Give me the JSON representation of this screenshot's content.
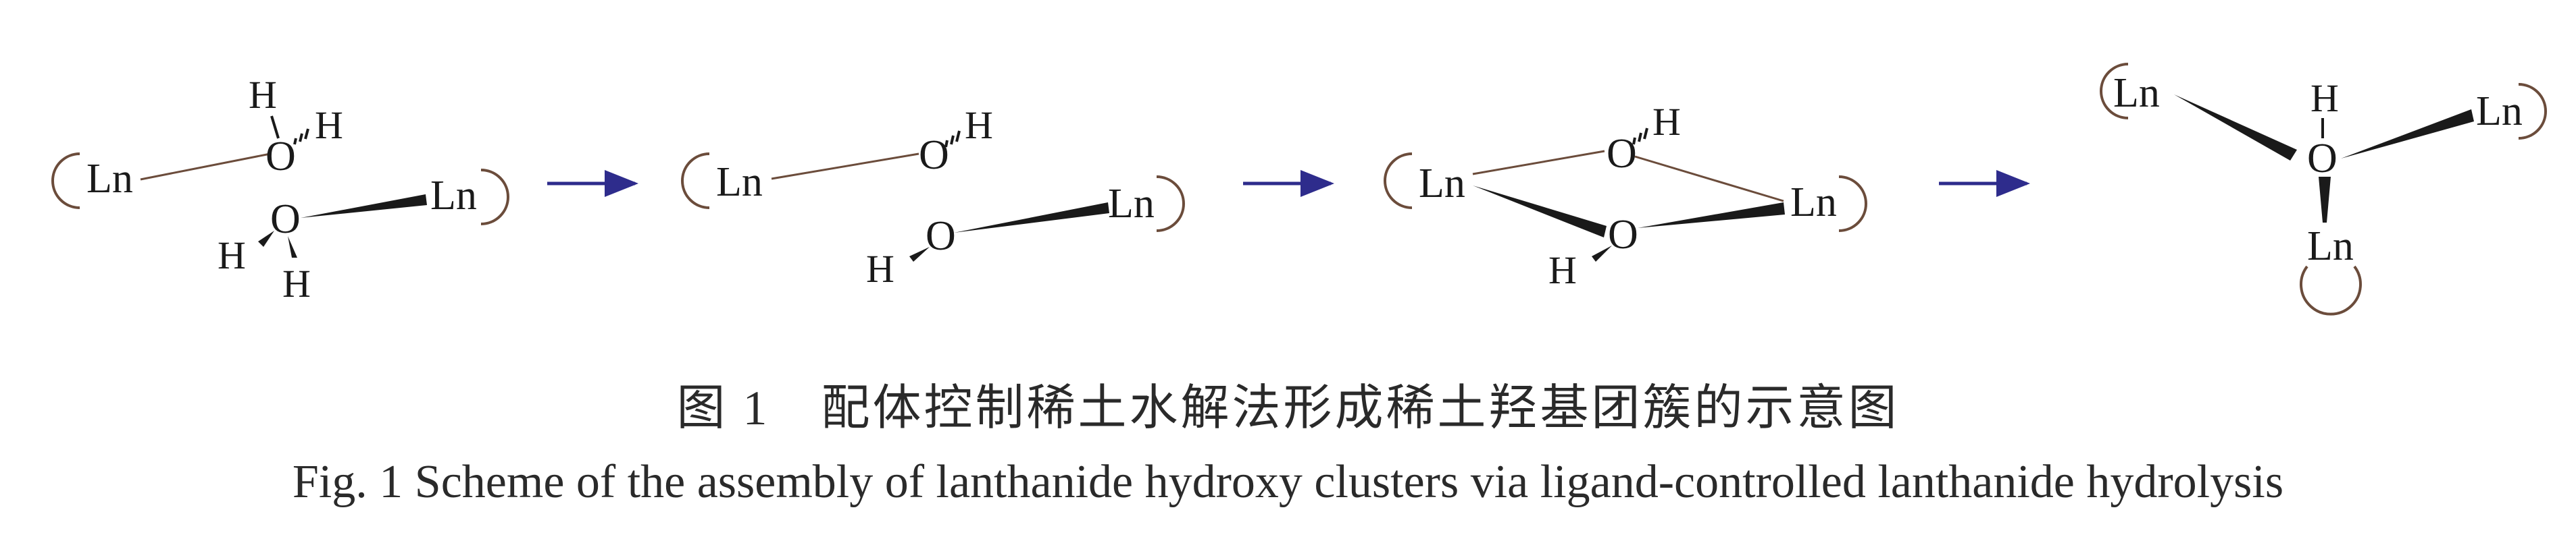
{
  "atoms": {
    "ln": "Ln",
    "o": "O",
    "h": "H"
  },
  "caption": {
    "cn": "图 1　配体控制稀土水解法形成稀土羟基团簇的示意图",
    "en": "Fig. 1   Scheme of the assembly of lanthanide hydroxy clusters via ligand-controlled lanthanide hydrolysis"
  },
  "colors": {
    "arrow": "#2e2c8c",
    "bond": "#6b4c3b",
    "ink": "#1a1a1a"
  }
}
